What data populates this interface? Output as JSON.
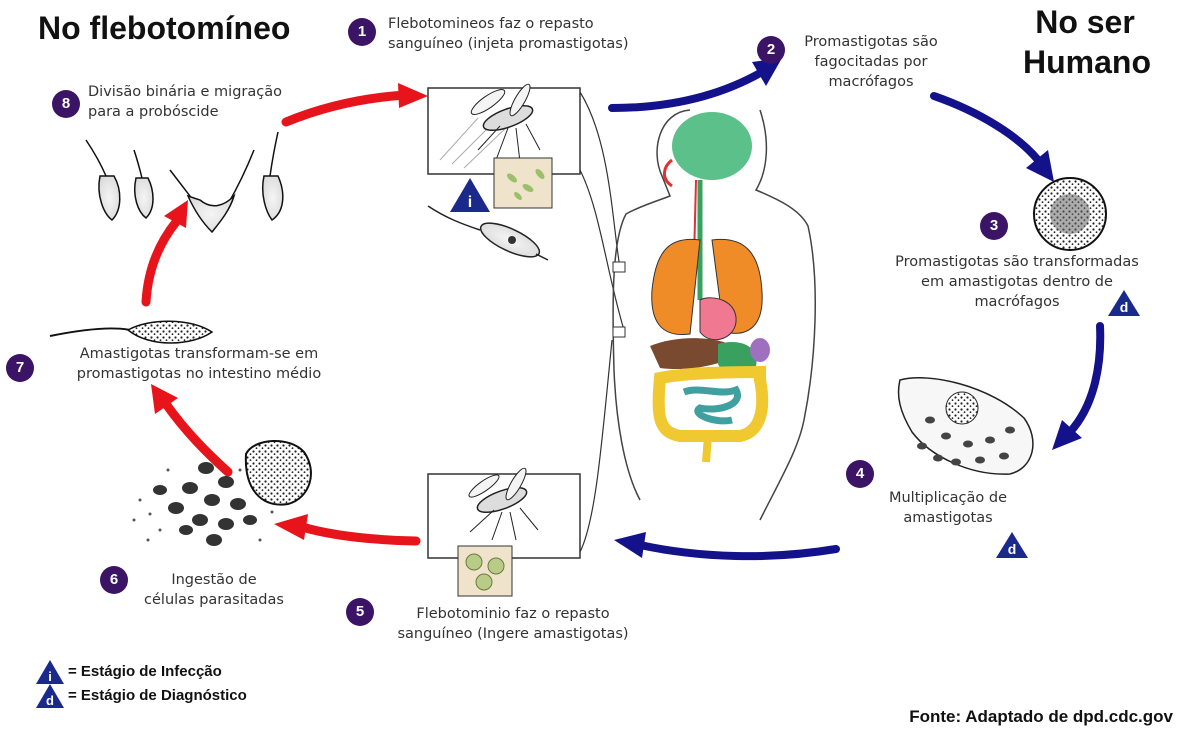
{
  "headings": {
    "sandfly": "No flebotomíneo",
    "human_line1": "No ser",
    "human_line2": "Humano"
  },
  "steps": [
    {
      "number": "1",
      "line1": "Flebotomineos faz o repasto",
      "line2": "sanguíneo (injeta promastigotas)",
      "line3": ""
    },
    {
      "number": "2",
      "line1": "Promastigotas são",
      "line2": "fagocitadas por",
      "line3": "macrófagos"
    },
    {
      "number": "3",
      "line1": "Promastigotas são transformadas",
      "line2": "em amastigotas dentro de",
      "line3": "macrófagos"
    },
    {
      "number": "4",
      "line1": "Multiplicação de",
      "line2": "amastigotas",
      "line3": ""
    },
    {
      "number": "5",
      "line1": "Flebotominio faz o repasto",
      "line2": "sanguíneo (Ingere amastigotas)",
      "line3": ""
    },
    {
      "number": "6",
      "line1": "Ingestão de",
      "line2": "células parasitadas",
      "line3": ""
    },
    {
      "number": "7",
      "line1": "Amastigotas transformam-se em",
      "line2": "promastigotas no intestino médio",
      "line3": ""
    },
    {
      "number": "8",
      "line1": "Divisão binária e migração",
      "line2": "para a probóscide",
      "line3": ""
    }
  ],
  "stage_markers": {
    "infection_letter": "i",
    "diagnostic_letter": "d"
  },
  "legend": {
    "infection": "= Estágio de Infecção",
    "diagnostic": "= Estágio de Diagnóstico"
  },
  "source": "Fonte: Adaptado de dpd.cdc.gov",
  "colors": {
    "sandfly_cycle_arrows": "#e8141b",
    "human_cycle_arrows": "#14128a",
    "step_badge": "#3c1466",
    "stage_marker": "#1a2a8a",
    "brain": "#5bc08a",
    "lungs": "#f08c28",
    "heart": "#f07890",
    "liver": "#7a4a30",
    "stomach": "#3aa060",
    "spleen": "#a070c0",
    "large_intestine": "#f0c830",
    "small_intestine": "#40a0a0"
  }
}
